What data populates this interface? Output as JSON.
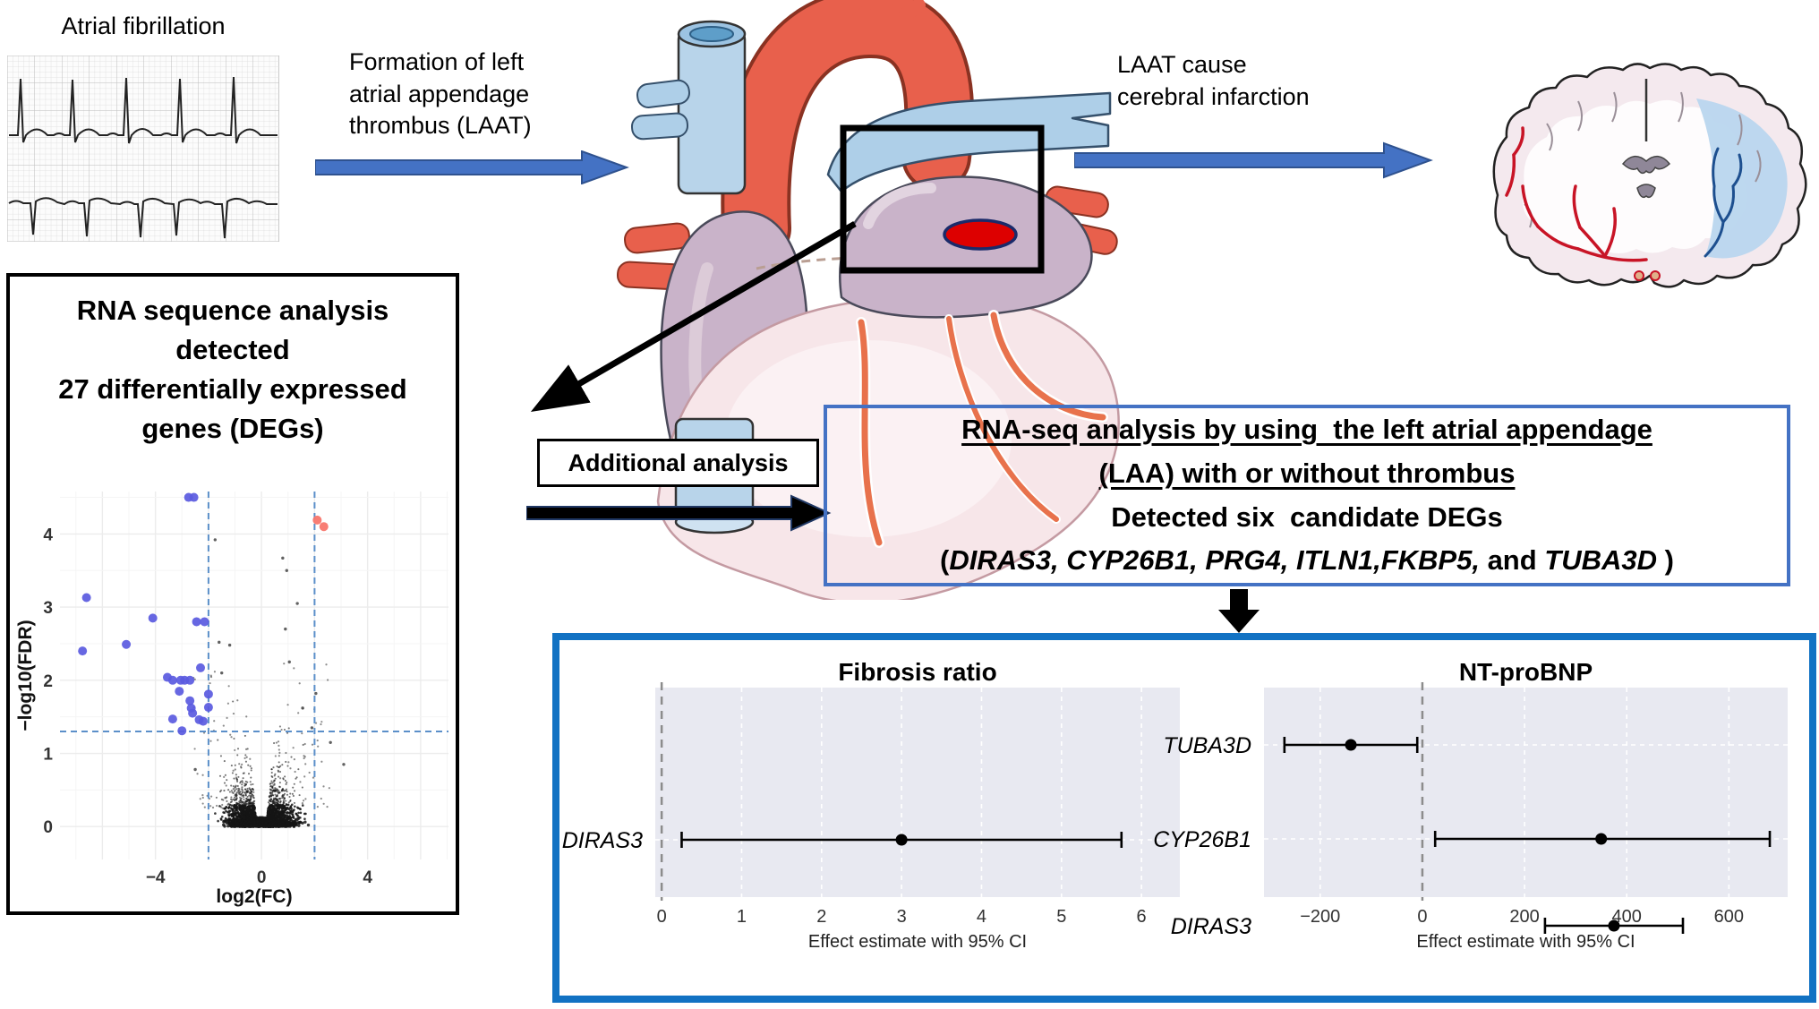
{
  "page": {
    "background": "#ffffff"
  },
  "colors": {
    "flow_arrow_blue": "#4472C4",
    "flow_arrow_blue_edge": "#2F528F",
    "black_arrow": "#000000",
    "rnaseq_box_border": "#4472C4",
    "bottom_box_border": "#1272c3",
    "deg_box_border": "#000000",
    "thrombus_red": "#dd0000",
    "volcano_down_color": "#5a5ae0",
    "volcano_up_color": "#f8766d",
    "volcano_threshold_color": "#5b8fc9",
    "forest_panel_bg": "#e8e9f1"
  },
  "ecg_panel": {
    "title": "Atrial fibrillation"
  },
  "flow": {
    "formation_label": "Formation of left\natrial appendage\nthrombus (LAAT)",
    "cerebral_label": "LAAT cause\ncerebral infarction",
    "additional_label": "Additional analysis"
  },
  "deg_box": {
    "title_lines": [
      "RNA sequence analysis",
      "detected",
      "27 differentially expressed",
      "genes (DEGs)"
    ]
  },
  "rnaseq_box": {
    "line1": "RNA-seq analysis by using  the left atrial appendage",
    "line2": "(LAA) with or without thrombus",
    "line3": "Detected six  candidate DEGs",
    "gene_line": [
      {
        "text": "(",
        "italic": false
      },
      {
        "text": "DIRAS3, CYP26B1, PRG4, ITLN1,FKBP5,",
        "italic": true
      },
      {
        "text": " and ",
        "italic": false
      },
      {
        "text": "TUBA3D",
        "italic": true
      },
      {
        "text": " )",
        "italic": false
      }
    ]
  },
  "chart_data": [
    {
      "id": "volcano",
      "type": "scatter",
      "title": "",
      "xlabel": "log2(FC)",
      "ylabel": "−log10(FDR)",
      "xlim": [
        -7.6,
        7.05
      ],
      "ylim": [
        -0.45,
        4.58
      ],
      "xticks": [
        -4,
        0,
        4
      ],
      "yticks": [
        0,
        1,
        2,
        3,
        4
      ],
      "grid": true,
      "thresholds": {
        "vlines": [
          -2,
          2
        ],
        "hline": 1.3
      },
      "down_points": [
        [
          -2.75,
          4.5
        ],
        [
          -2.55,
          4.5
        ],
        [
          -6.6,
          3.13
        ],
        [
          -4.1,
          2.85
        ],
        [
          -2.45,
          2.8
        ],
        [
          -2.15,
          2.8
        ],
        [
          -5.1,
          2.49
        ],
        [
          -6.75,
          2.4
        ],
        [
          -2.3,
          2.17
        ],
        [
          -3.55,
          2.04
        ],
        [
          -3.35,
          2.0
        ],
        [
          -3.05,
          2.0
        ],
        [
          -2.9,
          2.0
        ],
        [
          -2.7,
          2.0
        ],
        [
          -3.1,
          1.85
        ],
        [
          -2.0,
          1.81
        ],
        [
          -2.7,
          1.72
        ],
        [
          -2.0,
          1.63
        ],
        [
          -2.65,
          1.62
        ],
        [
          -2.6,
          1.55
        ],
        [
          -3.35,
          1.47
        ],
        [
          -2.35,
          1.46
        ],
        [
          -2.2,
          1.44
        ],
        [
          -3.0,
          1.31
        ]
      ],
      "up_points": [
        [
          2.1,
          4.19
        ],
        [
          2.35,
          4.1
        ]
      ],
      "outlier_points": [
        [
          -1.75,
          3.92
        ],
        [
          0.8,
          3.67
        ],
        [
          0.95,
          3.5
        ],
        [
          1.35,
          3.05
        ],
        [
          0.9,
          2.7
        ],
        [
          -1.2,
          2.48
        ],
        [
          1.05,
          2.25
        ],
        [
          -1.5,
          2.1
        ],
        [
          2.05,
          1.82
        ],
        [
          1.55,
          1.62
        ],
        [
          3.1,
          0.85
        ],
        [
          -2.5,
          0.78
        ],
        [
          2.6,
          1.15
        ],
        [
          -1.6,
          2.52
        ],
        [
          1.9,
          1.35
        ]
      ],
      "background_cloud": {
        "seed": 1337,
        "count": 2600,
        "sigma_x": 1.02,
        "y_scale": 0.46,
        "sparse_seed": 77,
        "sparse_count": 150
      }
    },
    {
      "id": "fibrosis",
      "type": "forest",
      "title": "Fibrosis ratio",
      "xlabel": "Effect estimate with 95% CI",
      "xticks": [
        0,
        1,
        2,
        3,
        4,
        5,
        6
      ],
      "xlim": [
        -0.08,
        6.48
      ],
      "zero_line": 0,
      "rows": [
        {
          "label": "DIRAS3",
          "estimate": 3.0,
          "ci": [
            0.25,
            5.75
          ]
        }
      ]
    },
    {
      "id": "ntprobnp",
      "type": "forest",
      "title": "NT-proBNP",
      "xlabel": "Effect estimate with 95% CI",
      "xticks": [
        -200,
        0,
        200,
        400,
        600
      ],
      "xlim": [
        -310,
        715
      ],
      "zero_line": 0,
      "rows": [
        {
          "label": "TUBA3D",
          "estimate": -140,
          "ci": [
            -270,
            -10
          ]
        },
        {
          "label": "CYP26B1",
          "estimate": 350,
          "ci": [
            25,
            680
          ]
        },
        {
          "label": "DIRAS3",
          "estimate": 375,
          "ci": [
            240,
            510
          ]
        }
      ]
    }
  ]
}
